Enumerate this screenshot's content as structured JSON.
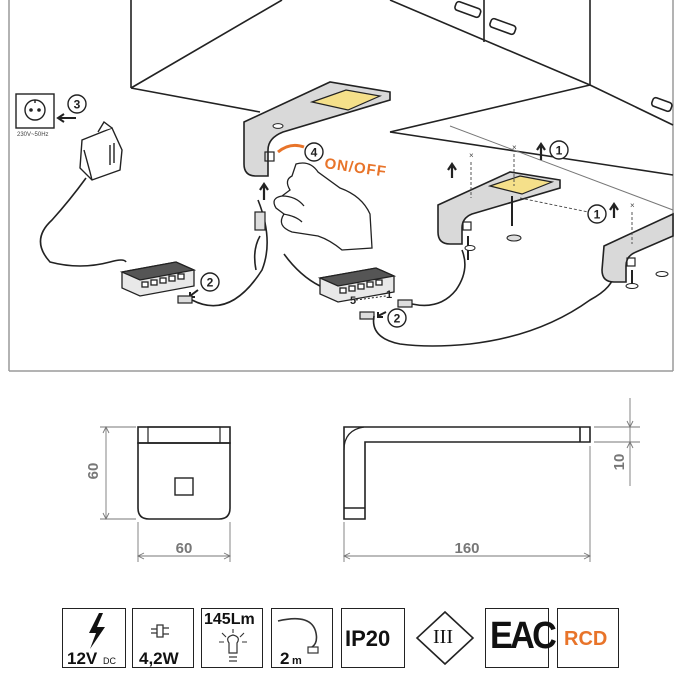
{
  "installation": {
    "socket_voltage": "230V~50Hz",
    "on_off_label": "ON/OFF",
    "steps": {
      "s1a": "1",
      "s1b": "1",
      "s2a": "2",
      "s2b": "2",
      "s3": "3",
      "s4": "4",
      "port1": "1",
      "port5": "5"
    }
  },
  "dimensions": {
    "front_height": "60",
    "front_width": "60",
    "side_length": "160",
    "side_thickness": "10"
  },
  "specs": {
    "voltage_value": "12V",
    "voltage_unit": "DC",
    "power": "4,2W",
    "lumen": "145Lm",
    "cable_length": "2",
    "cable_unit": "m",
    "ip_rating": "IP20",
    "protection_class": "III",
    "cert_mark": "EAC",
    "rcd": "RCD"
  },
  "colors": {
    "accent_orange": "#e8742a",
    "led_yellow": "#f5e08a",
    "line": "#1a1a1a",
    "fixture_fill": "#d9d9d9"
  }
}
